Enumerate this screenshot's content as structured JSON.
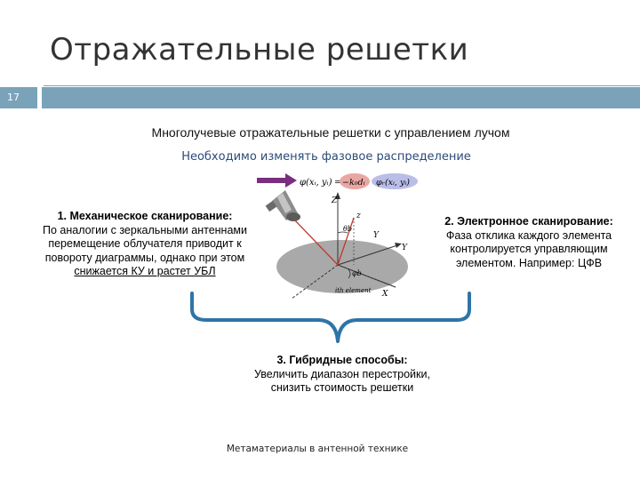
{
  "slide": {
    "title": "Отражательные решетки",
    "number": "17",
    "subtitle": "Многолучевые отражательные решетки с управлением лучом",
    "phase_note": "Необходимо изменять фазовое распределение",
    "footer": "Метаматериалы в антенной технике",
    "accent_color": "#7aa3ba"
  },
  "blocks": {
    "mechanical": {
      "heading": "1. Механическое сканирование:",
      "lines": [
        "По аналогии с зеркальными антеннами",
        "перемещение облучателя приводит к",
        "повороту диаграммы, однако при этом"
      ],
      "underlined": "снижается КУ и растет УБЛ"
    },
    "electronic": {
      "heading": "2. Электронное сканирование:",
      "lines": [
        "Фаза отклика каждого элемента",
        "контролируется управляющим",
        "элементом. Например: ЦФВ"
      ]
    },
    "hybrid": {
      "heading": "3. Гибридные способы:",
      "lines": [
        "Увеличить диапазон перестройки,",
        "снизить стоимость решетки"
      ]
    }
  },
  "diagram": {
    "formula": {
      "lhs": "φ(xᵢ, yᵢ)",
      "eq": "=",
      "term1": "−k₀dᵢ",
      "plus": "+",
      "term2": "φᵣ(xᵢ, yᵢ)"
    },
    "labels": {
      "z": "z",
      "theta_b": "θb",
      "y": "Y",
      "z_axis": "Z",
      "x": "X",
      "y_axis": "Y",
      "phi_b": "φb",
      "element": "ith element"
    }
  }
}
